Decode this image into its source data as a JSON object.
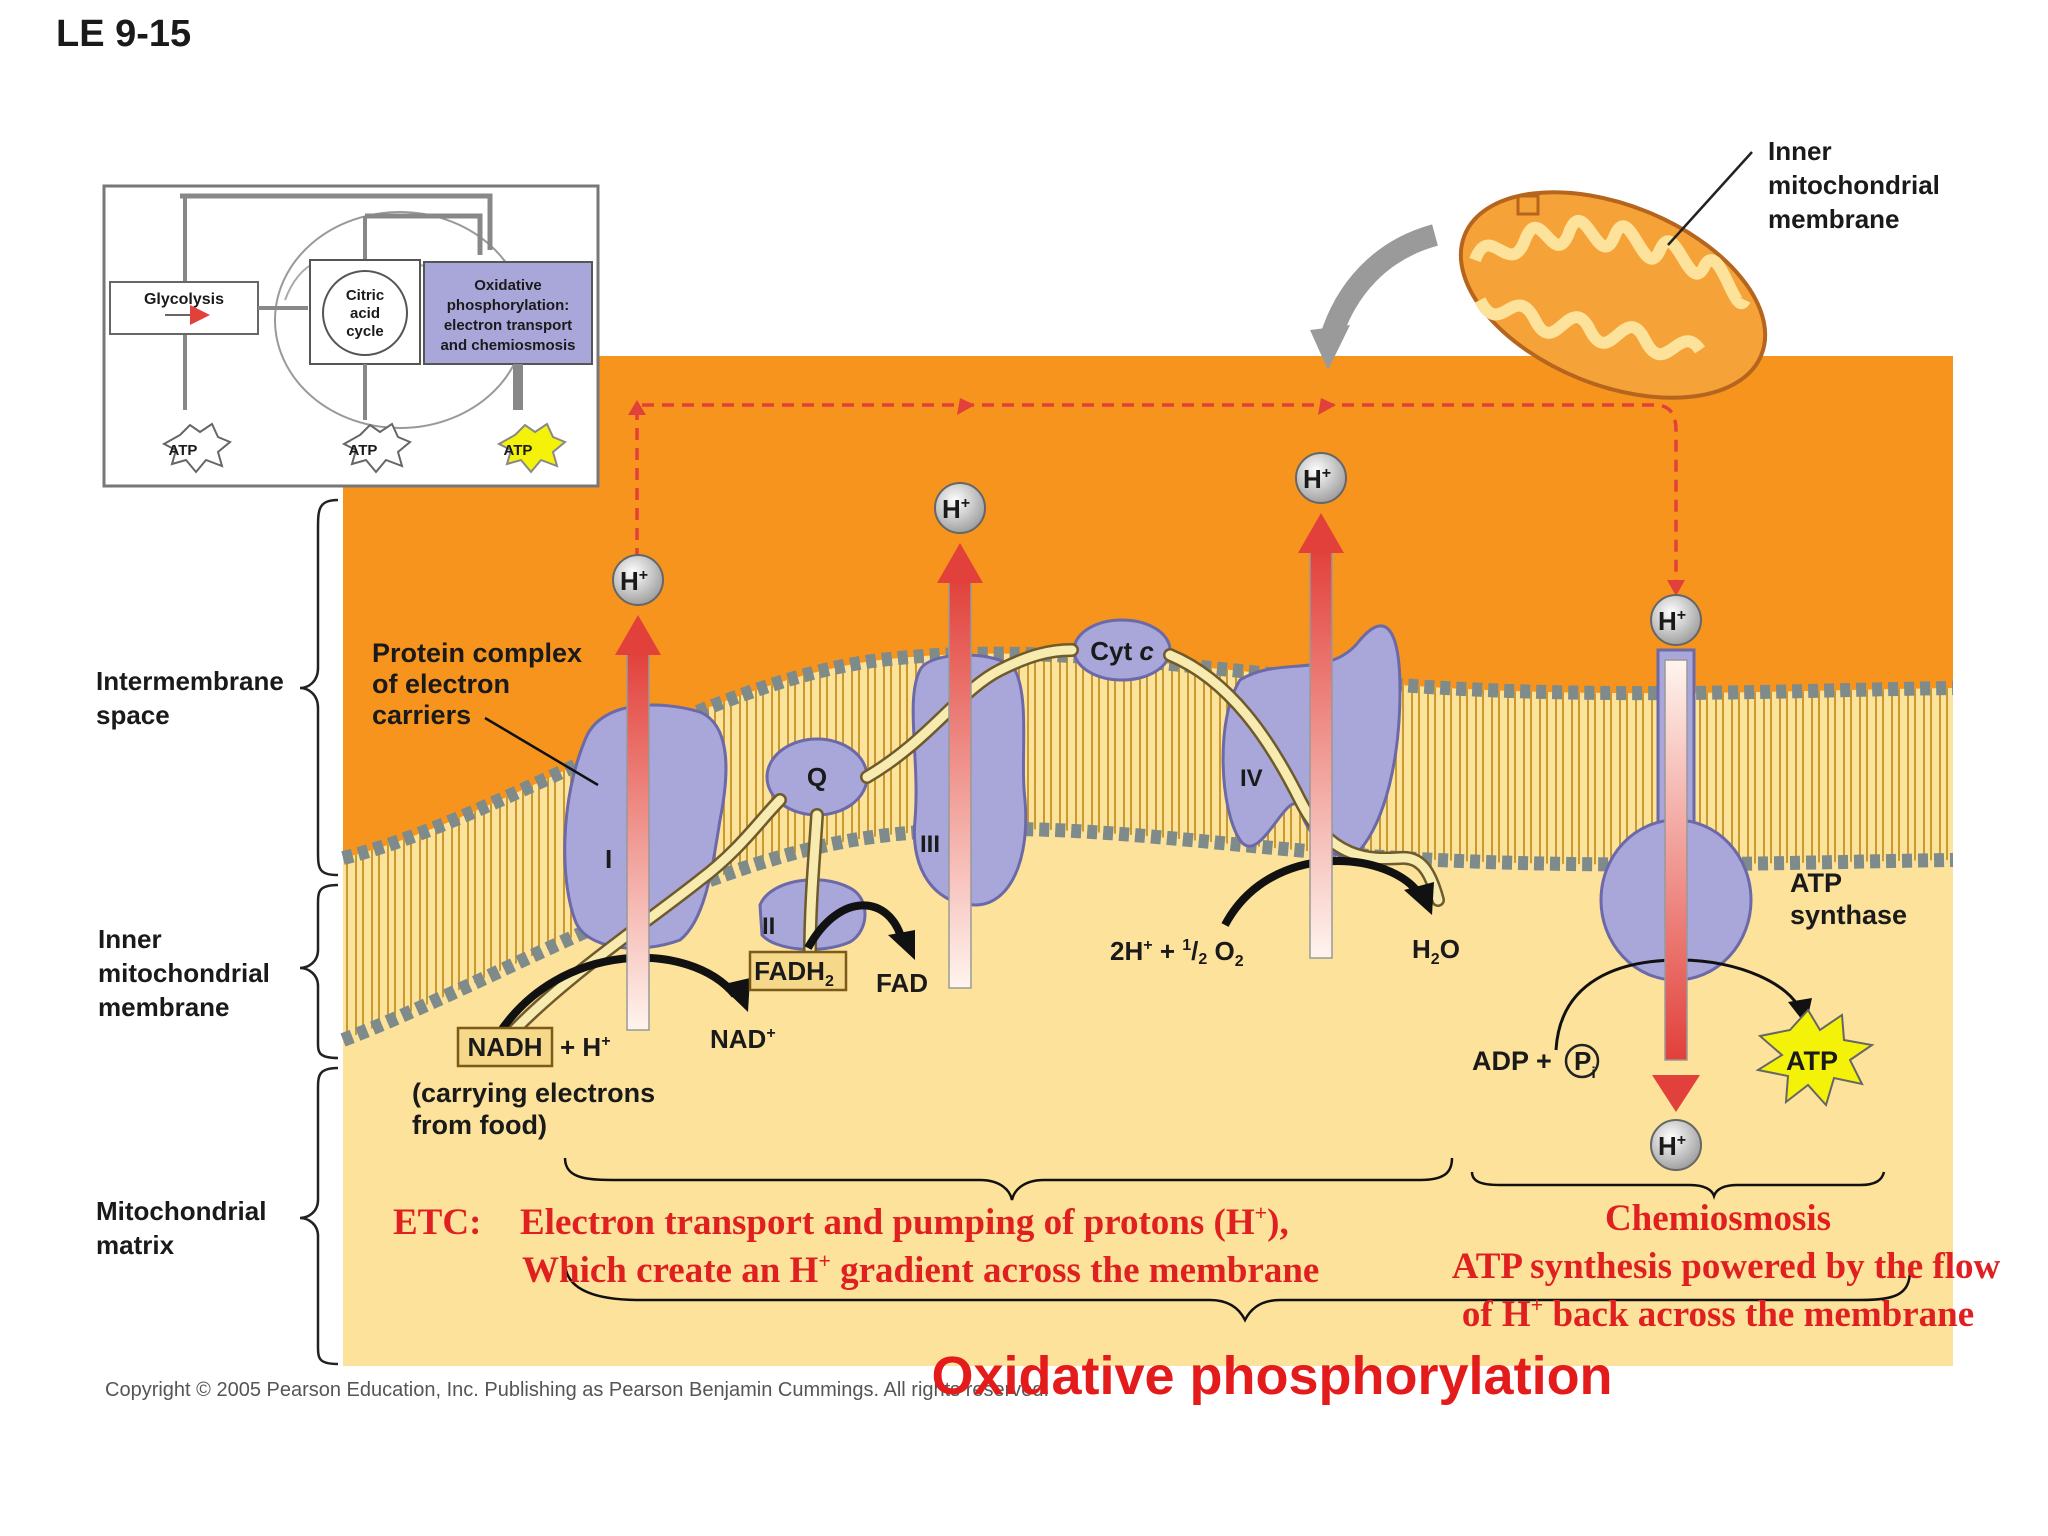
{
  "figure_id": "LE 9-15",
  "inset": {
    "glycolysis": "Glycolysis",
    "citric_line1": "Citric",
    "citric_line2": "acid",
    "citric_line3": "cycle",
    "oxphos_line1": "Oxidative",
    "oxphos_line2": "phosphorylation:",
    "oxphos_line3": "electron transport",
    "oxphos_line4": "and chemiosmosis",
    "atp_1": "ATP",
    "atp_2": "ATP",
    "atp_3": "ATP"
  },
  "mito_label": {
    "line1": "Inner",
    "line2": "mitochondrial",
    "line3": "membrane"
  },
  "regions": {
    "intermembrane_line1": "Intermembrane",
    "intermembrane_line2": "space",
    "membrane_line1": "Inner",
    "membrane_line2": "mitochondrial",
    "membrane_line3": "membrane",
    "matrix_line1": "Mitochondrial",
    "matrix_line2": "matrix"
  },
  "callout": {
    "line1": "Protein complex",
    "line2": "of electron",
    "line3": "carriers"
  },
  "complexes": {
    "I": "I",
    "II": "II",
    "III": "III",
    "IV": "IV",
    "Q": "Q",
    "cyt_main": "Cyt ",
    "cyt_italic": "c"
  },
  "proton": {
    "label": "H",
    "sup": "+"
  },
  "molecules": {
    "nadh": "NADH",
    "nadh_plus": "+ H",
    "nadh_plus_sup": "+",
    "nad": "NAD",
    "nad_sup": "+",
    "fadh2": "FADH",
    "fadh2_sub": "2",
    "fad": "FAD",
    "carrying_line1": "(carrying electrons",
    "carrying_line2": "from food)",
    "o2_a": "2H",
    "o2_a_sup": "+",
    "o2_b": " + ",
    "o2_c": "1",
    "o2_d": "/",
    "o2_e": "2",
    "o2_f": " O",
    "o2_sub": "2",
    "h2o_a": "H",
    "h2o_sub": "2",
    "h2o_b": "O",
    "adp": "ADP + ",
    "pi": "P",
    "pi_sub": "i",
    "atp": "ATP",
    "atp_synthase_line1": "ATP",
    "atp_synthase_line2": "synthase"
  },
  "annotations": {
    "etc_prefix": "ETC:",
    "etc_line1_a": "Electron transport and pumping of protons (H",
    "etc_line1_sup": "+",
    "etc_line1_b": "),",
    "etc_line2_a": "Which create an H",
    "etc_line2_sup": "+",
    "etc_line2_b": " gradient across the membrane",
    "chemi_title": "Chemiosmosis",
    "chemi_line1": "ATP synthesis powered by the flow",
    "chemi_line2_a": "of H",
    "chemi_line2_sup": "+",
    "chemi_line2_b": " back across the membrane",
    "overall": "Oxidative phosphorylation"
  },
  "copyright": "Copyright © 2005 Pearson Education, Inc. Publishing as Pearson Benjamin Cummings. All rights reserved.",
  "colors": {
    "intermembrane": "#F7941D",
    "matrix": "#FCE29A",
    "protein": "#A9A7DA",
    "proton_arrow": "#E2403A",
    "electron_path": "#F7EBB0",
    "text_red": "#E02020"
  }
}
